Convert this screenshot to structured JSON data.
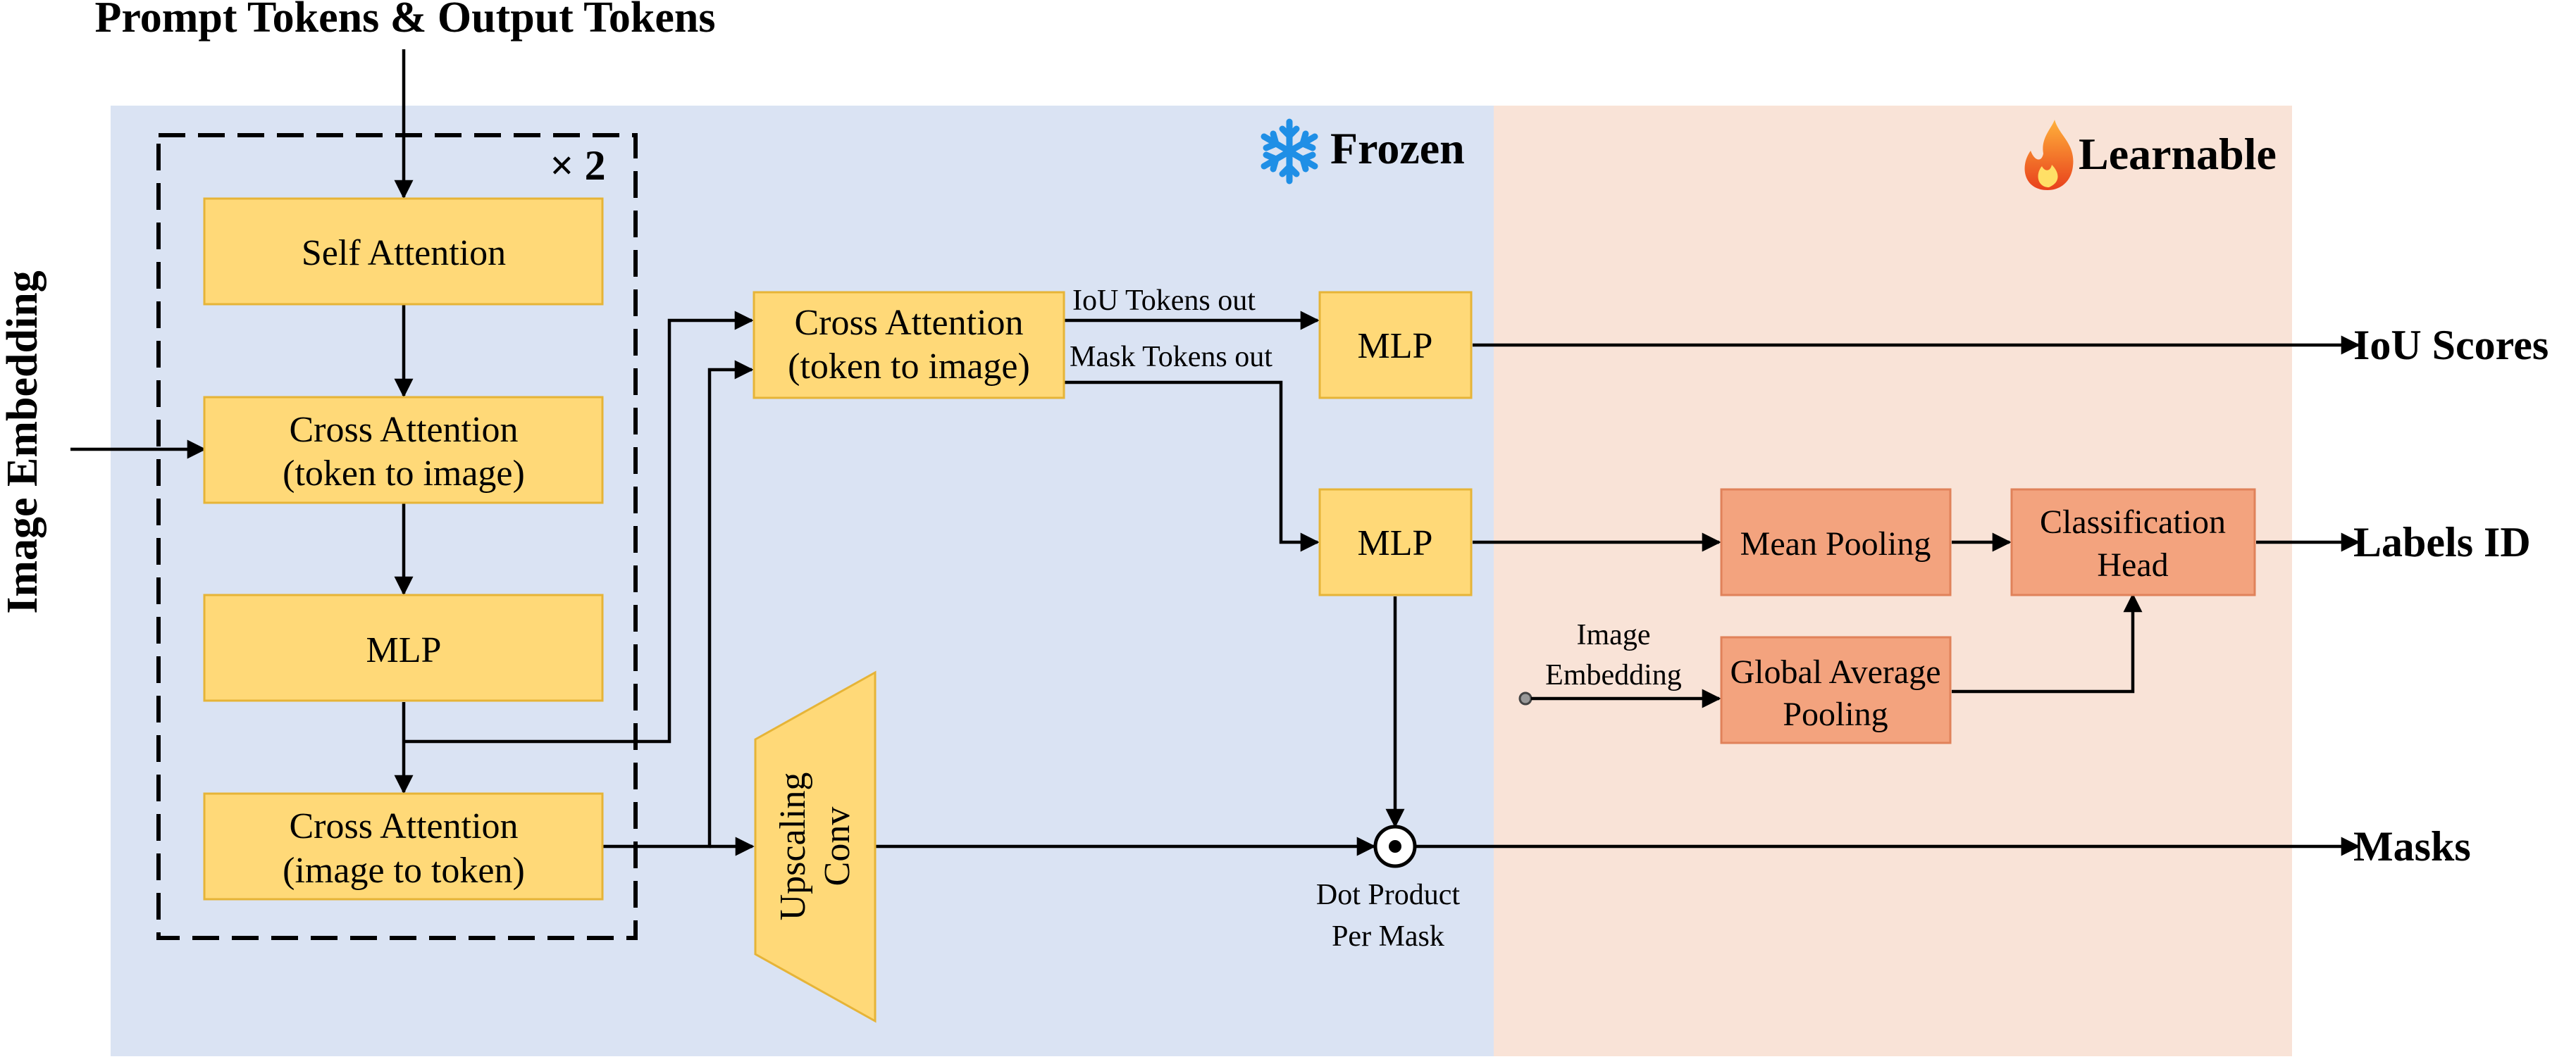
{
  "title_top": "Prompt Tokens & Output Tokens",
  "side_label": "Image Embedding",
  "regions": {
    "frozen": {
      "label": "Frozen",
      "color": "#dae3f3"
    },
    "learnable": {
      "label": "Learnable",
      "color": "#f9e3d7"
    }
  },
  "repeat_label": "× 2",
  "blocks": {
    "self_attention": "Self Attention",
    "cross_attn_t2i_1": "Cross Attention",
    "cross_attn_t2i_2": "(token to image)",
    "mlp_inner": "MLP",
    "cross_attn_i2t_1": "Cross Attention",
    "cross_attn_i2t_2": "(image to token)",
    "cross_attn_out_1": "Cross Attention",
    "cross_attn_out_2": "(token to image)",
    "upscaling_1": "Upscaling",
    "upscaling_2": "Conv",
    "mlp_iou": "MLP",
    "mlp_mask": "MLP",
    "mean_pooling": "Mean Pooling",
    "cls_head_1": "Classification",
    "cls_head_2": "Head",
    "gap_1": "Global Average",
    "gap_2": "Pooling"
  },
  "edge_labels": {
    "iou_tokens_out": "IoU Tokens out",
    "mask_tokens_out": "Mask Tokens out",
    "image_embedding_1": "Image",
    "image_embedding_2": "Embedding",
    "dot_product_1": "Dot Product",
    "dot_product_2": "Per Mask"
  },
  "outputs": {
    "iou_scores": "IoU Scores",
    "labels_id": "Labels ID",
    "masks": "Masks"
  },
  "icons": [
    "snowflake-icon",
    "flame-icon"
  ],
  "colors": {
    "block_fill": "#ffd978",
    "learnable_block_fill": "#f3a37e"
  }
}
